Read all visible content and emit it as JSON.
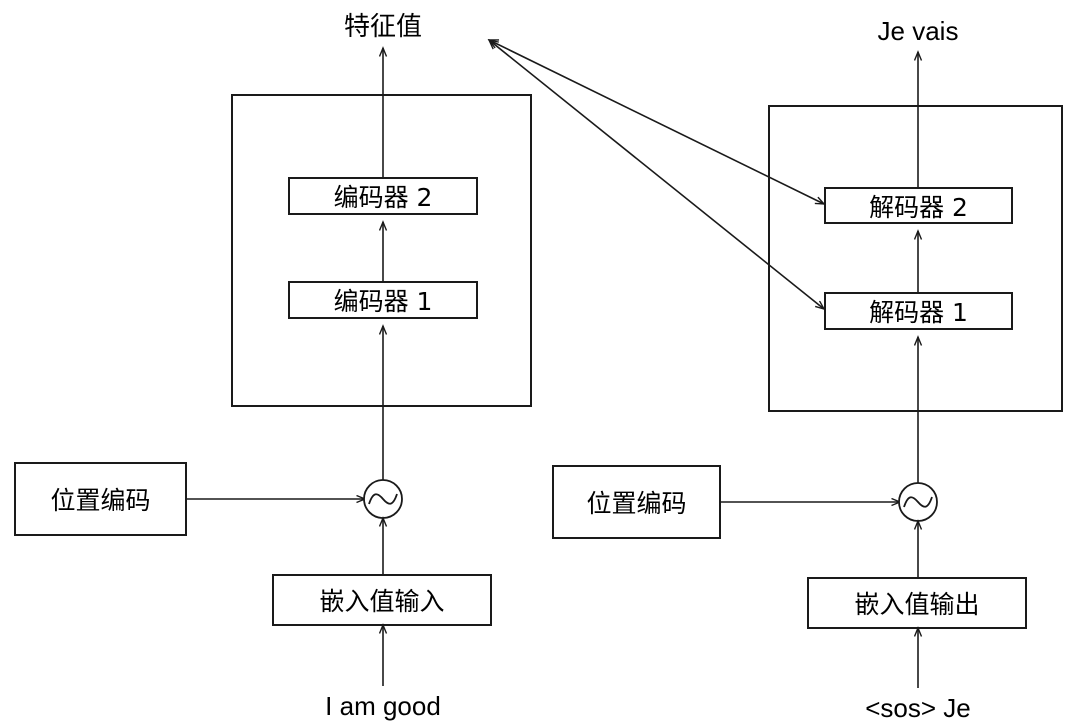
{
  "diagram": {
    "title_text": "Transformer encoder-decoder architecture diagram",
    "stroke_color": "#1a1a1a",
    "fill_color": "#ffffff",
    "background": "#ffffff"
  },
  "encoder_side": {
    "output_label": "特征值",
    "stack_blocks": [
      {
        "label": "编码器 2"
      },
      {
        "label": "编码器 1"
      }
    ],
    "positional_encoding_label": "位置编码",
    "sum_node_icon": "sine-wave-circle-icon",
    "embedding_label": "嵌入值输入",
    "input_text": "I am good"
  },
  "decoder_side": {
    "output_label": "Je vais",
    "stack_blocks": [
      {
        "label": "解码器 2"
      },
      {
        "label": "解码器 1"
      }
    ],
    "positional_encoding_label": "位置编码",
    "sum_node_icon": "sine-wave-circle-icon",
    "embedding_label": "嵌入值输出",
    "input_text": "<sos> Je"
  },
  "cross_attention": {
    "arrow_count": 2,
    "from_label": "特征值",
    "to_labels": [
      "解码器 2",
      "解码器 1"
    ]
  }
}
